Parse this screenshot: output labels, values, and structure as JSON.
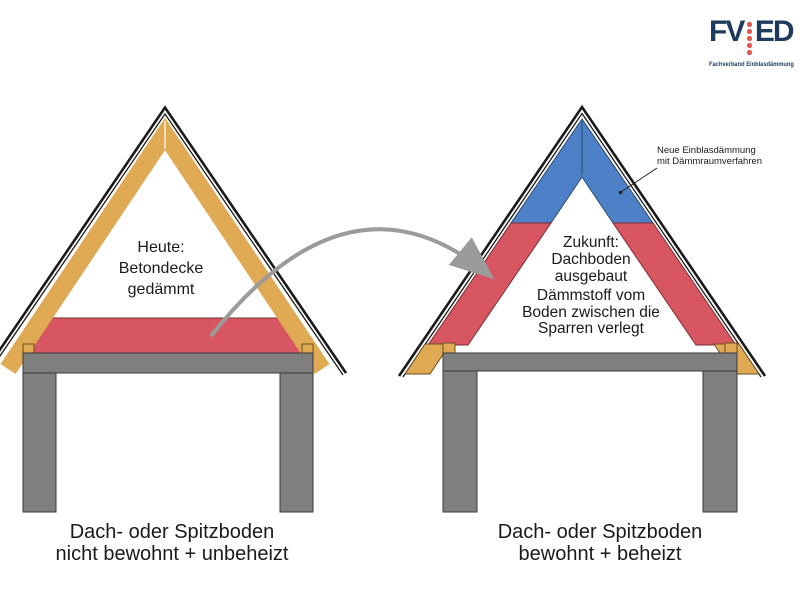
{
  "logo": {
    "word_part1": "FV",
    "word_part2": "ED",
    "tagline": "Fachverband Einblasdämmung",
    "text_color": "#1e3a5c",
    "dot_color": "#e2574c",
    "dot_count": 5
  },
  "left_house": {
    "interior_label": [
      "Heute:",
      "Betondecke",
      "gedämmt"
    ],
    "caption": [
      "Dach- oder Spitzboden",
      "nicht bewohnt + unbeheizt"
    ]
  },
  "right_house": {
    "interior_label_top": [
      "Zukunft:",
      "Dachboden",
      "ausgebaut"
    ],
    "interior_label_bottom": [
      "Dämmstoff vom",
      "Boden zwischen die",
      "Sparren verlegt"
    ],
    "annotation": [
      "Neue Einblasdämmung",
      "mit Dämmraumverfahren"
    ],
    "caption": [
      "Dach- oder Spitzboden",
      "bewohnt + beheizt"
    ]
  },
  "colors": {
    "insulation_red": "#d85661",
    "insulation_blue": "#4e80c8",
    "wood_yellow": "#e0a953",
    "concrete_gray": "#7f7f7f",
    "arrow_gray": "#9b9b9b"
  }
}
